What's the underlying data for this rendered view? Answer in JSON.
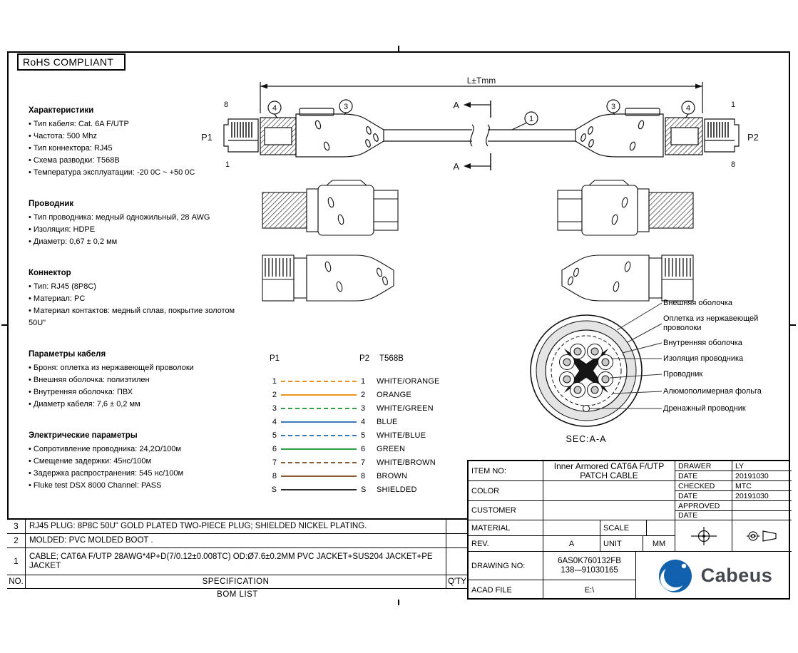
{
  "rohs_label": "RoHS COMPLIANT",
  "specs": {
    "sections": [
      {
        "title": "Характеристики",
        "items": [
          "Тип кабеля: Cat. 6A F/UTP",
          "Частота: 500 Mhz",
          "Тип коннектора: RJ45",
          "Схема разводки: T568B",
          "Температура эксплуатации: -20 0C ~ +50 0C"
        ]
      },
      {
        "title": "Проводник",
        "items": [
          "Тип проводника: медный одножильный, 28 AWG",
          "Изоляция: HDPE",
          "Диаметр: 0,67 ± 0,2 мм"
        ]
      },
      {
        "title": "Коннектор",
        "items": [
          "Тип: RJ45 (8P8C)",
          "Материал: PC",
          "Материал контактов: медный сплав, покрытие золотом 50U\""
        ]
      },
      {
        "title": "Параметры кабеля",
        "items": [
          "Броня: оплетка из нержавеющей проволоки",
          "Внешняя оболочка: полиэтилен",
          "Внутренняя оболочка: ПВХ",
          "Диаметр кабеля: 7,6 ± 0,2 мм"
        ]
      },
      {
        "title": "Электрические параметры",
        "items": [
          "Сопротивление проводника: 24,2Ω/100м",
          "Смещение задержки: 45нс/100м",
          "Задержка распространения: 545 нс/100м",
          "Fluke test DSX 8000 Channel: PASS"
        ]
      }
    ]
  },
  "assembly": {
    "dimension_label": "L±Tmm",
    "left_plug_label": "P1",
    "right_plug_label": "P2",
    "left_pin_top": "8",
    "left_pin_bottom": "1",
    "right_pin_top": "1",
    "right_pin_bottom": "8",
    "callout_cable": "1",
    "callout_boot": "3",
    "callout_crimp": "4",
    "section_letter": "A"
  },
  "wiring": {
    "left_header": "P1",
    "right_header": "P2",
    "scheme": "T568B",
    "rows": [
      {
        "pin": "1",
        "label": "WHITE/ORANGE",
        "color": "#f1941d",
        "pattern": "dashed"
      },
      {
        "pin": "2",
        "label": "ORANGE",
        "color": "#f1941d",
        "pattern": "solid"
      },
      {
        "pin": "3",
        "label": "WHITE/GREEN",
        "color": "#2f9e49",
        "pattern": "dashed"
      },
      {
        "pin": "4",
        "label": "BLUE",
        "color": "#3a77bc",
        "pattern": "solid"
      },
      {
        "pin": "5",
        "label": "WHITE/BLUE",
        "color": "#3a77bc",
        "pattern": "dashed"
      },
      {
        "pin": "6",
        "label": "GREEN",
        "color": "#2f9e49",
        "pattern": "solid"
      },
      {
        "pin": "7",
        "label": "WHITE/BROWN",
        "color": "#8a5a32",
        "pattern": "dashed"
      },
      {
        "pin": "8",
        "label": "BROWN",
        "color": "#8a5a32",
        "pattern": "solid"
      },
      {
        "pin": "S",
        "label": "SHIELDED",
        "color": "#2a2a2a",
        "pattern": "solid"
      }
    ]
  },
  "cross_section": {
    "caption": "SEC:A-A",
    "labels": [
      "Внешняя оболочка",
      "Оплетка из нержавеющей проволоки",
      "Внутренняя оболочка",
      "Изоляция проводника",
      "Проводник",
      "Алюмополимерная фольга",
      "Дренажный проводник"
    ]
  },
  "bom": {
    "title": "BOM LIST",
    "header": {
      "no": "NO.",
      "spec": "SPECIFICATION",
      "qty": "Q'TY"
    },
    "rows": [
      {
        "no": "3",
        "spec": "RJ45 PLUG: 8P8C 50U\" GOLD PLATED TWO-PIECE PLUG; SHIELDED NICKEL PLATING.",
        "qty": ""
      },
      {
        "no": "2",
        "spec": "MOLDED: PVC MOLDED BOOT .",
        "qty": ""
      },
      {
        "no": "1",
        "spec": "CABLE; CAT6A F/UTP 28AWG*4P+D(7/0.12±0.008TC) OD:Ø7.6±0.2MM PVC JACKET+SUS204 JACKET+PE JACKET",
        "qty": ""
      }
    ]
  },
  "title_block": {
    "item_no": {
      "label": "ITEM NO:",
      "value1": "Inner Armored CAT6A F/UTP",
      "value2": "PATCH CABLE"
    },
    "color": {
      "label": "COLOR",
      "value": ""
    },
    "customer": {
      "label": "CUSTOMER",
      "value": ""
    },
    "material": {
      "label": "MATERIAL",
      "value": ""
    },
    "scale": {
      "label": "SCALE",
      "value": ""
    },
    "rev": {
      "label": "REV.",
      "value": "A"
    },
    "unit": {
      "label": "UNIT",
      "value": "MM"
    },
    "drawing_no": {
      "label": "DRAWING NO:",
      "value1": "6AS0K760132FB",
      "value2": "138-–91030165"
    },
    "acad": {
      "label": "ACAD FILE",
      "value": "E:\\"
    },
    "drawer": {
      "label": "DRAWER",
      "value": "LY"
    },
    "drawer_date": {
      "label": "DATE",
      "value": "20191030"
    },
    "checked": {
      "label": "CHECKED",
      "value": "MTC"
    },
    "checked_date": {
      "label": "DATE",
      "value": "20191030"
    },
    "approved": {
      "label": "APPROVED",
      "value": ""
    },
    "approved_date": {
      "label": "DATE",
      "value": ""
    },
    "brand": "Cabeus",
    "brand_color": "#1261ae"
  }
}
